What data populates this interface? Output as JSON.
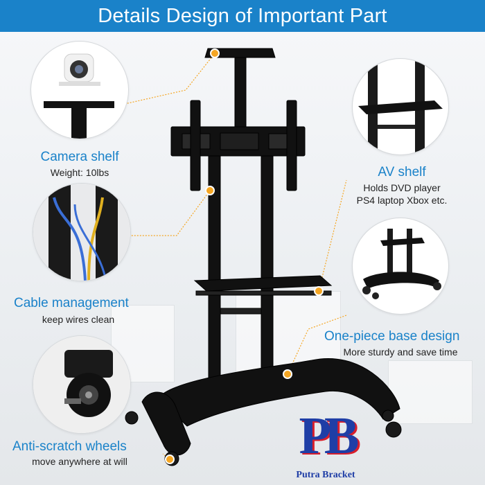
{
  "header": {
    "title": "Details Design of Important Part"
  },
  "callouts": {
    "camera": {
      "title": "Camera shelf",
      "detail": "Weight: 10lbs"
    },
    "cable": {
      "title": "Cable management",
      "detail": "keep wires clean"
    },
    "wheels": {
      "title": "Anti-scratch wheels",
      "detail": "move anywhere at will"
    },
    "av": {
      "title": "AV shelf",
      "detail_line1": "Holds DVD player",
      "detail_line2": "PS4 laptop Xbox etc."
    },
    "base": {
      "title": "One-piece base design",
      "detail": "More sturdy and save time"
    }
  },
  "logo": {
    "letters": "PB",
    "name": "Putra Bracket"
  },
  "colors": {
    "accent": "#1a82c9",
    "dot": "#f5a623",
    "stand": "#111111",
    "logo_blue": "#1f3ea6",
    "logo_red": "#d81e2c"
  }
}
